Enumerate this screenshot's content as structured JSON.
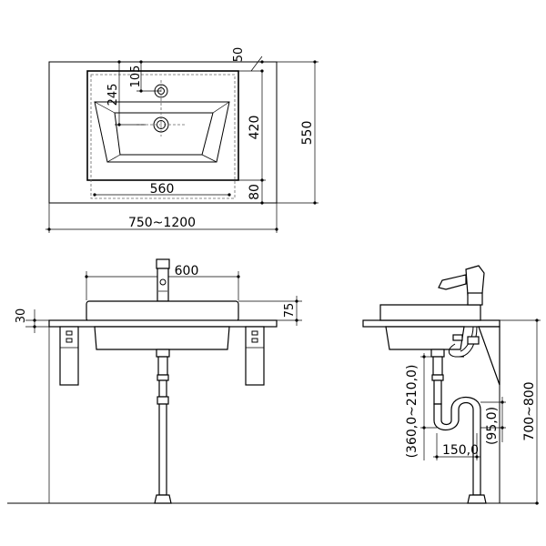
{
  "dimensions": {
    "plan": {
      "width_range": "750~1200",
      "depth": "550",
      "bowl_width": "560",
      "bowl_depth": "420",
      "front_margin": "80",
      "faucet_center": "245",
      "faucet_hole": "105",
      "back_margin": "50"
    },
    "front": {
      "width": "600",
      "counter_thickness": "30",
      "rim_height": "75"
    },
    "side": {
      "drain_height": "(360,0~210,0)",
      "trap_offset": "150,0",
      "trap_height": "(95,0)",
      "mount_height": "700~800"
    }
  }
}
